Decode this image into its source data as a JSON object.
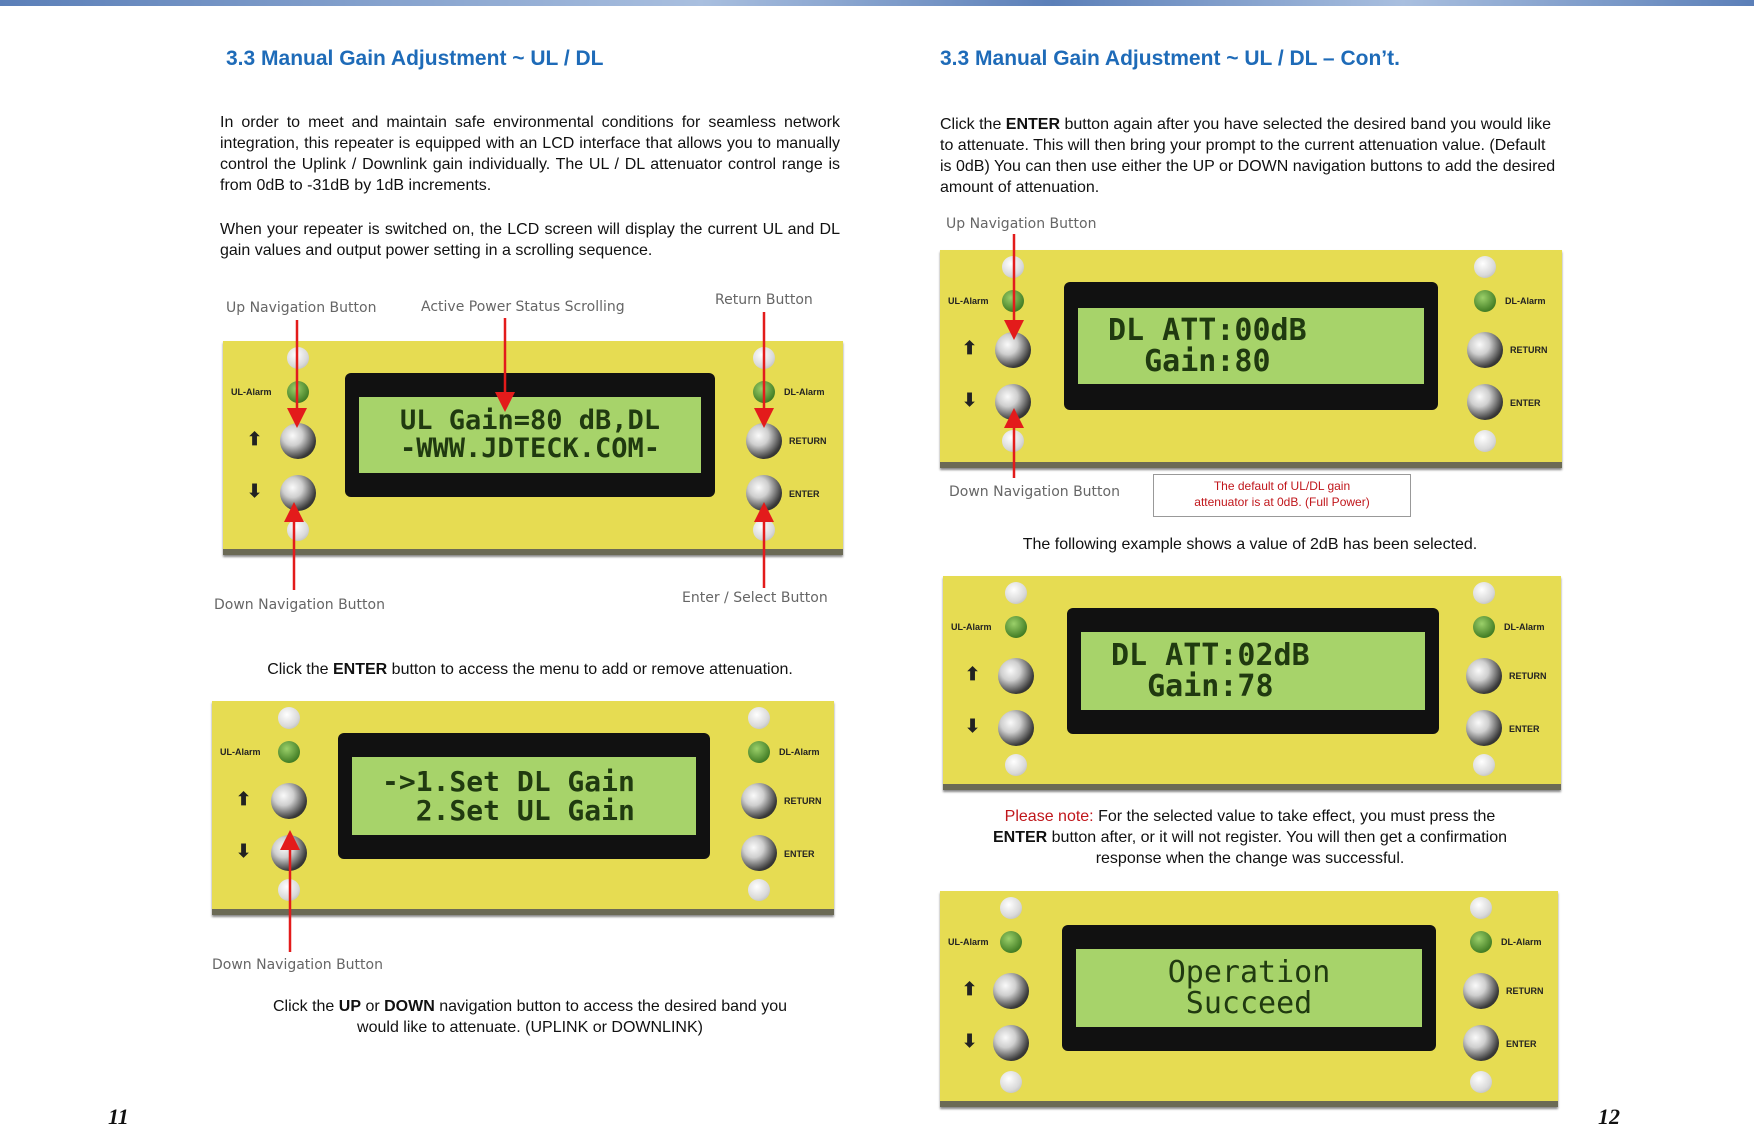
{
  "left": {
    "title": "3.3 Manual Gain Adjustment ~ UL / DL",
    "para1": "In order to meet and maintain safe environmental conditions for seamless network integration, this repeater is equipped with an LCD interface that allows you to manually control the Uplink / Downlink gain individually. The UL / DL attenuator control range is from 0dB to -31dB by 1dB increments.",
    "para2": "When your repeater is switched on, the LCD screen will display the current UL and DL gain values and output power setting in a scrolling sequence.",
    "callouts": {
      "up_nav": "Up Navigation Button",
      "active_power": "Active Power Status Scrolling",
      "return": "Return Button",
      "down_nav": "Down Navigation Button",
      "enter_select": "Enter / Select Button",
      "down_nav2": "Down Navigation Button"
    },
    "lcd1": [
      "UL Gain=80 dB,DL",
      "-WWW.JDTECK.COM-"
    ],
    "lcd2": [
      "->1.Set DL Gain",
      "  2.Set UL Gain"
    ],
    "caption1": {
      "pre": "Click the ",
      "bold": "ENTER",
      "post": " button to access the menu to add or remove attenuation."
    },
    "caption2": {
      "pre": "Click the ",
      "b1": "UP",
      "mid": " or ",
      "b2": "DOWN",
      "post": " navigation button to access the desired band you",
      "line2": "would like to attenuate. (UPLINK or DOWNLINK)"
    },
    "page_number": "11"
  },
  "right": {
    "title": "3.3 Manual Gain Adjustment ~ UL / DL – Con’t.",
    "intro": {
      "pre": "Click the ",
      "bold": "ENTER",
      "post": " button again after you have selected the desired band you would like to attenuate. This will then bring your prompt to the current attenuation value. (Default is 0dB)  You can then use either the UP or DOWN navigation buttons to add the desired amount of attenuation."
    },
    "callouts": {
      "up_nav": "Up Navigation Button",
      "down_nav": "Down Navigation Button"
    },
    "note_box": [
      "The default of UL/DL gain",
      "attenuator is at 0dB. (Full Power)"
    ],
    "lcd1": [
      "DL ATT:00dB",
      "  Gain:80"
    ],
    "example_caption": "The following example shows a value of 2dB has been selected.",
    "lcd2": [
      "DL ATT:02dB",
      "  Gain:78"
    ],
    "please_note": {
      "label": "Please note:",
      "t1": " For the selected value to take effect, you must press the",
      "bold": "ENTER",
      "t2": " button after, or it will not register. You will then get a confirmation",
      "t3": "response when the change was successful."
    },
    "lcd3": [
      "Operation",
      "Succeed"
    ],
    "page_number": "12"
  },
  "panel_labels": {
    "ul_alarm": "UL-Alarm",
    "dl_alarm": "DL-Alarm",
    "return": "RETURN",
    "enter": "ENTER",
    "up_arrow": "⬆",
    "down_arrow": "⬇"
  },
  "colors": {
    "heading": "#1e6bb8",
    "callout_arrow": "#e31b1b",
    "panel": "#e6dc52",
    "lcd": "#a7d36a",
    "note": "#c0161b"
  }
}
